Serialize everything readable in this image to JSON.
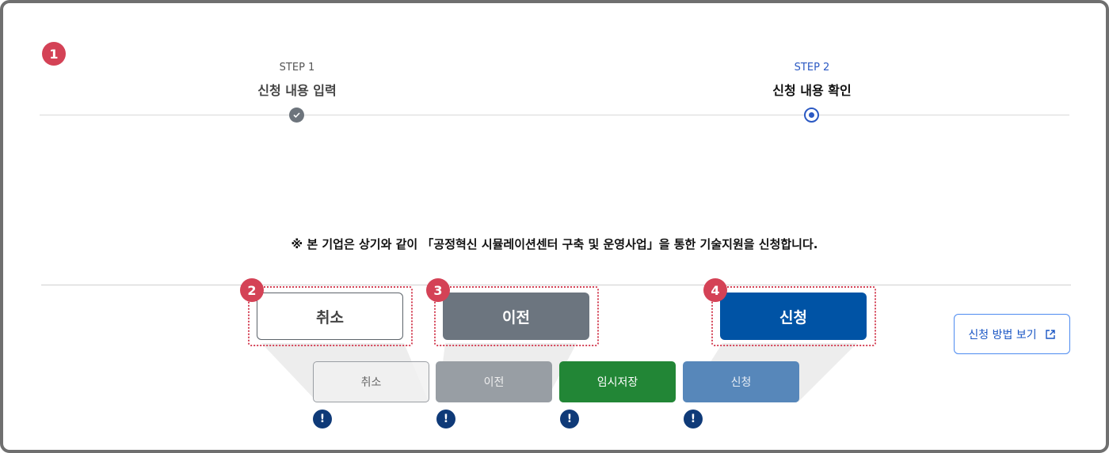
{
  "annotations": [
    "1",
    "2",
    "3",
    "4"
  ],
  "steps": [
    {
      "label": "STEP 1",
      "title": "신청 내용 입력",
      "state": "done"
    },
    {
      "label": "STEP 2",
      "title": "신청 내용 확인",
      "state": "current"
    }
  ],
  "notice": "※ 본 기업은 상기와 같이 「공정혁신 시뮬레이션센터 구축 및 운영사업」을 통한 기술지원을 신청합니다.",
  "buttons": {
    "cancel": "취소",
    "prev": "이전",
    "submit": "신청",
    "guide": "신청 방법 보기"
  },
  "small_buttons": {
    "cancel": "취소",
    "prev": "이전",
    "temp_save": "임시저장",
    "submit": "신청"
  },
  "warning_symbol": "!",
  "colors": {
    "primary": "#0053a5",
    "gray": "#6c757d",
    "green": "#228636",
    "badge": "#d44256",
    "step2": "#2b59c3"
  }
}
